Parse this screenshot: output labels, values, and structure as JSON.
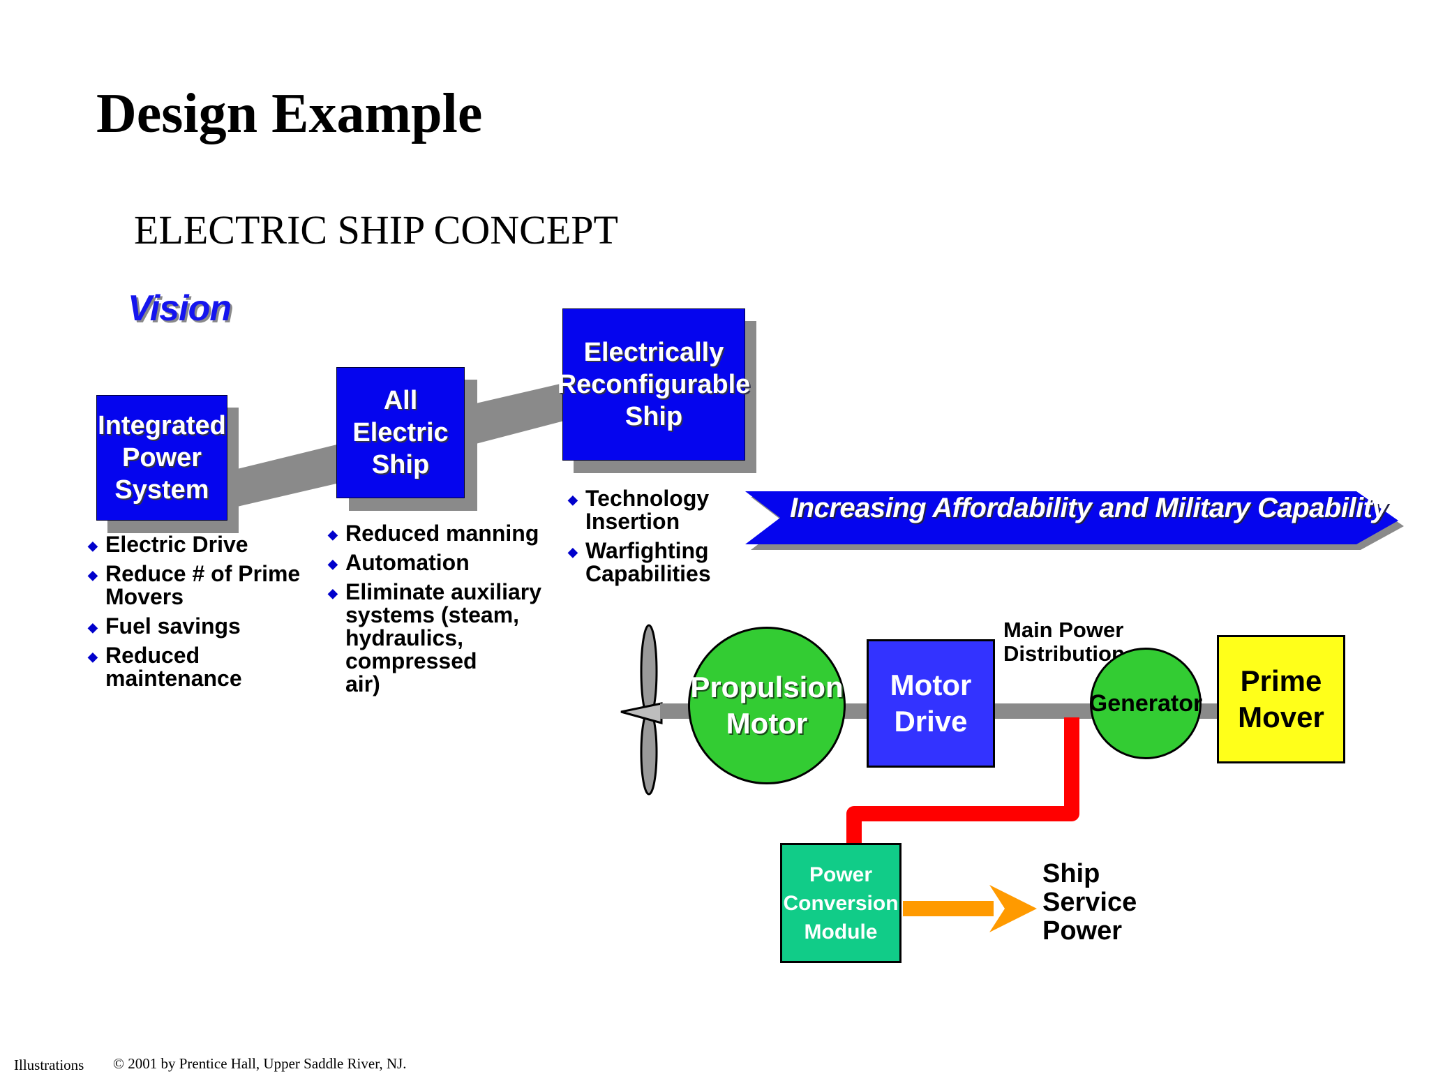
{
  "title": "Design Example",
  "subtitle": "ELECTRIC SHIP CONCEPT",
  "vision_label": "Vision",
  "stages": [
    {
      "label": "Integrated\nPower\nSystem",
      "bullets": [
        "Electric Drive",
        "Reduce # of Prime\nMovers",
        "Fuel savings",
        "Reduced maintenance"
      ]
    },
    {
      "label": "All\nElectric\nShip",
      "bullets": [
        "Reduced manning",
        "Automation",
        "Eliminate auxiliary\nsystems (steam,\nhydraulics, compressed\nair)"
      ]
    },
    {
      "label": "Electrically\nReconfigurable\nShip",
      "bullets": [
        "Technology\n Insertion",
        "Warfighting\nCapabilities"
      ]
    }
  ],
  "capability_arrow_label": "Increasing Affordability and Military Capability",
  "system": {
    "propulsion_motor": "Propulsion\nMotor",
    "motor_drive": "Motor\nDrive",
    "main_power_distribution": "Main Power\nDistribution",
    "generator": "Generator",
    "prime_mover": "Prime\nMover",
    "power_conversion_module": "Power\nConversion\nModule",
    "ship_service_power": "Ship\nService\nPower"
  },
  "colors": {
    "stage_blue": "#0505ee",
    "motor_green": "#33cc33",
    "motor_drive_blue": "#3333ff",
    "prime_mover_yellow": "#ffff1a",
    "pcm_teal": "#11cc88",
    "distribution_red": "#ff0000",
    "output_orange": "#ff9a00",
    "shaft_gray": "#8a8a8a"
  },
  "footer": {
    "left": "Illustrations",
    "copyright": "© 2001 by Prentice Hall, Upper Saddle River, NJ."
  }
}
